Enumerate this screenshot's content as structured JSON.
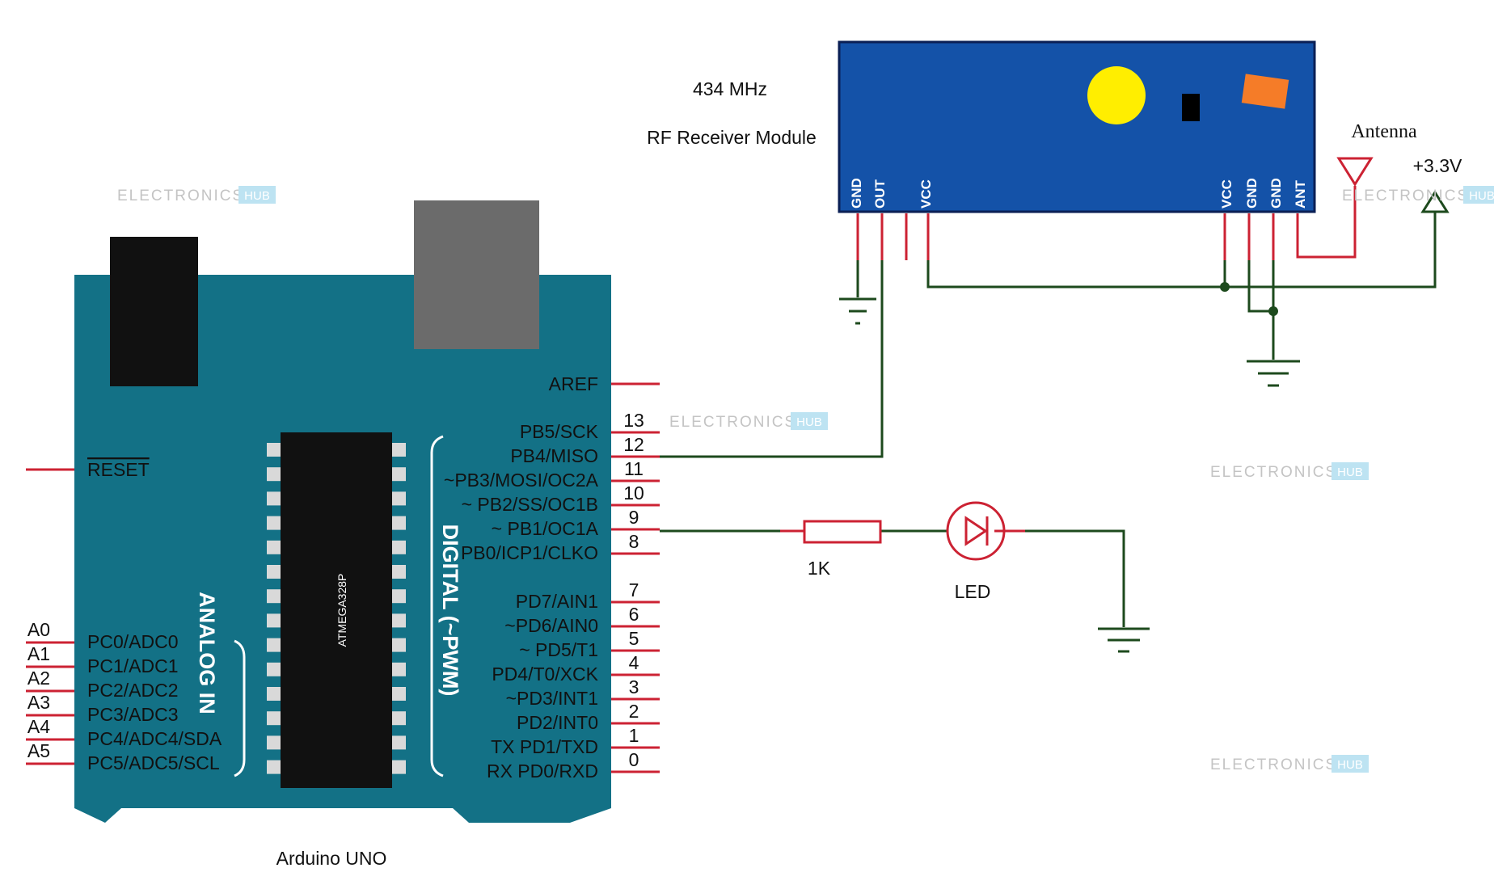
{
  "rf_module": {
    "title_line1": "434 MHz",
    "title_line2": "RF Receiver Module",
    "pins_left": [
      "GND",
      "OUT",
      "VCC"
    ],
    "pins_right": [
      "VCC",
      "GND",
      "GND",
      "ANT"
    ],
    "board_color": "#1452a8"
  },
  "antenna": {
    "label": "Antenna"
  },
  "power": {
    "label": "+3.3V"
  },
  "arduino": {
    "caption": "Arduino UNO",
    "chip_label": "ATMEGA328P",
    "board_color": "#137186",
    "aref": "AREF",
    "reset": "RESET",
    "analog_header": "ANALOG IN",
    "digital_header": "DIGITAL (~PWM)",
    "analog_pins": [
      {
        "num": "A0",
        "name": "PC0/ADC0"
      },
      {
        "num": "A1",
        "name": "PC1/ADC1"
      },
      {
        "num": "A2",
        "name": "PC2/ADC2"
      },
      {
        "num": "A3",
        "name": "PC3/ADC3"
      },
      {
        "num": "A4",
        "name": "PC4/ADC4/SDA"
      },
      {
        "num": "A5",
        "name": "PC5/ADC5/SCL"
      }
    ],
    "digital_pins": [
      {
        "num": "13",
        "name": "PB5/SCK"
      },
      {
        "num": "12",
        "name": "PB4/MISO"
      },
      {
        "num": "11",
        "name": "~PB3/MOSI/OC2A"
      },
      {
        "num": "10",
        "name": "~ PB2/SS/OC1B"
      },
      {
        "num": "9",
        "name": "~ PB1/OC1A"
      },
      {
        "num": "8",
        "name": "PB0/ICP1/CLKO"
      },
      {
        "num": "7",
        "name": "PD7/AIN1"
      },
      {
        "num": "6",
        "name": "~PD6/AIN0"
      },
      {
        "num": "5",
        "name": "~         PD5/T1"
      },
      {
        "num": "4",
        "name": "PD4/T0/XCK"
      },
      {
        "num": "3",
        "name": "~PD3/INT1"
      },
      {
        "num": "2",
        "name": "PD2/INT0"
      },
      {
        "num": "1",
        "name": "TX  PD1/TXD"
      },
      {
        "num": "0",
        "name": "RX  PD0/RXD"
      }
    ]
  },
  "resistor": {
    "label": "1K"
  },
  "led": {
    "label": "LED"
  },
  "watermark": {
    "brand": "ELECTRONICS",
    "hub": "HUB"
  }
}
